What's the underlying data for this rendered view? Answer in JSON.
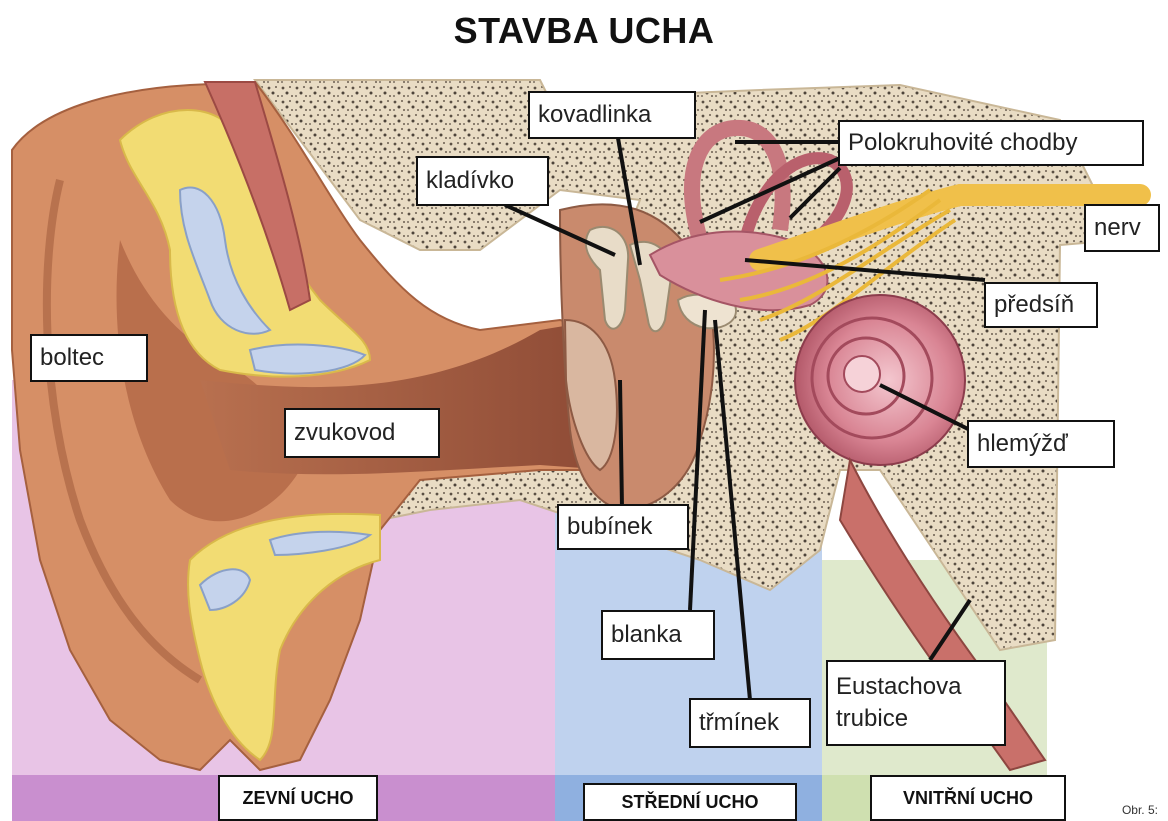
{
  "title": "STAVBA UCHA",
  "labels": {
    "kovadlinka": "kovadlinka",
    "kladivko": "kladívko",
    "polokruhovite": "Polokruhovité chodby",
    "nerv": "nerv",
    "predsin": "předsíň",
    "boltec": "boltec",
    "zvukovod": "zvukovod",
    "hlemyzd": "hlemýžď",
    "bubinek": "bubínek",
    "blanka": "blanka",
    "eustachova": "Eustachova\ntrubice",
    "trminek": "třmínek"
  },
  "zones": {
    "outer": "ZEVNÍ UCHO",
    "middle": "STŘEDNÍ UCHO",
    "inner": "VNITŘNÍ UCHO"
  },
  "figure_ref": "Obr. 5:",
  "colors": {
    "outer_zone": "#e6bfe4",
    "middle_zone": "#bcd0ee",
    "inner_zone": "#dde9c9",
    "skin": "#d9946a",
    "bone": "#e9d9c0",
    "fat": "#f3e07a",
    "cochlea": "#c9707f",
    "nerve": "#f0c04a"
  }
}
